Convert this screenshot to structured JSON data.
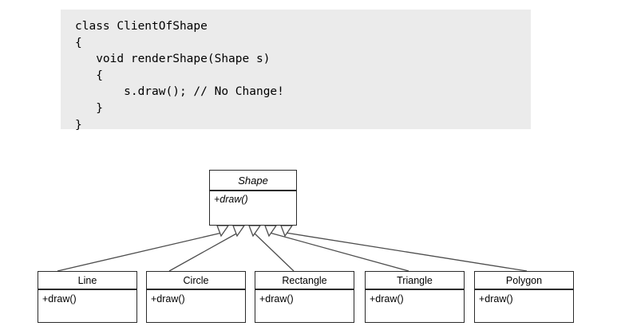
{
  "code_block": {
    "background_color": "#ebebeb",
    "text": "class ClientOfShape\n{\n   void renderShape(Shape s)\n   {\n       s.draw(); // No Change!\n   }\n}"
  },
  "diagram": {
    "type": "uml-class-diagram",
    "relationship": "generalization",
    "line_color": "#4d4d4d",
    "border_color": "#2b2b2b",
    "base_class": {
      "name": "Shape",
      "abstract": true,
      "operations": "+draw()"
    },
    "subclasses": [
      {
        "name": "Line",
        "operations": "+draw()"
      },
      {
        "name": "Circle",
        "operations": "+draw()"
      },
      {
        "name": "Rectangle",
        "operations": "+draw()"
      },
      {
        "name": "Triangle",
        "operations": "+draw()"
      },
      {
        "name": "Polygon",
        "operations": "+draw()"
      }
    ]
  }
}
